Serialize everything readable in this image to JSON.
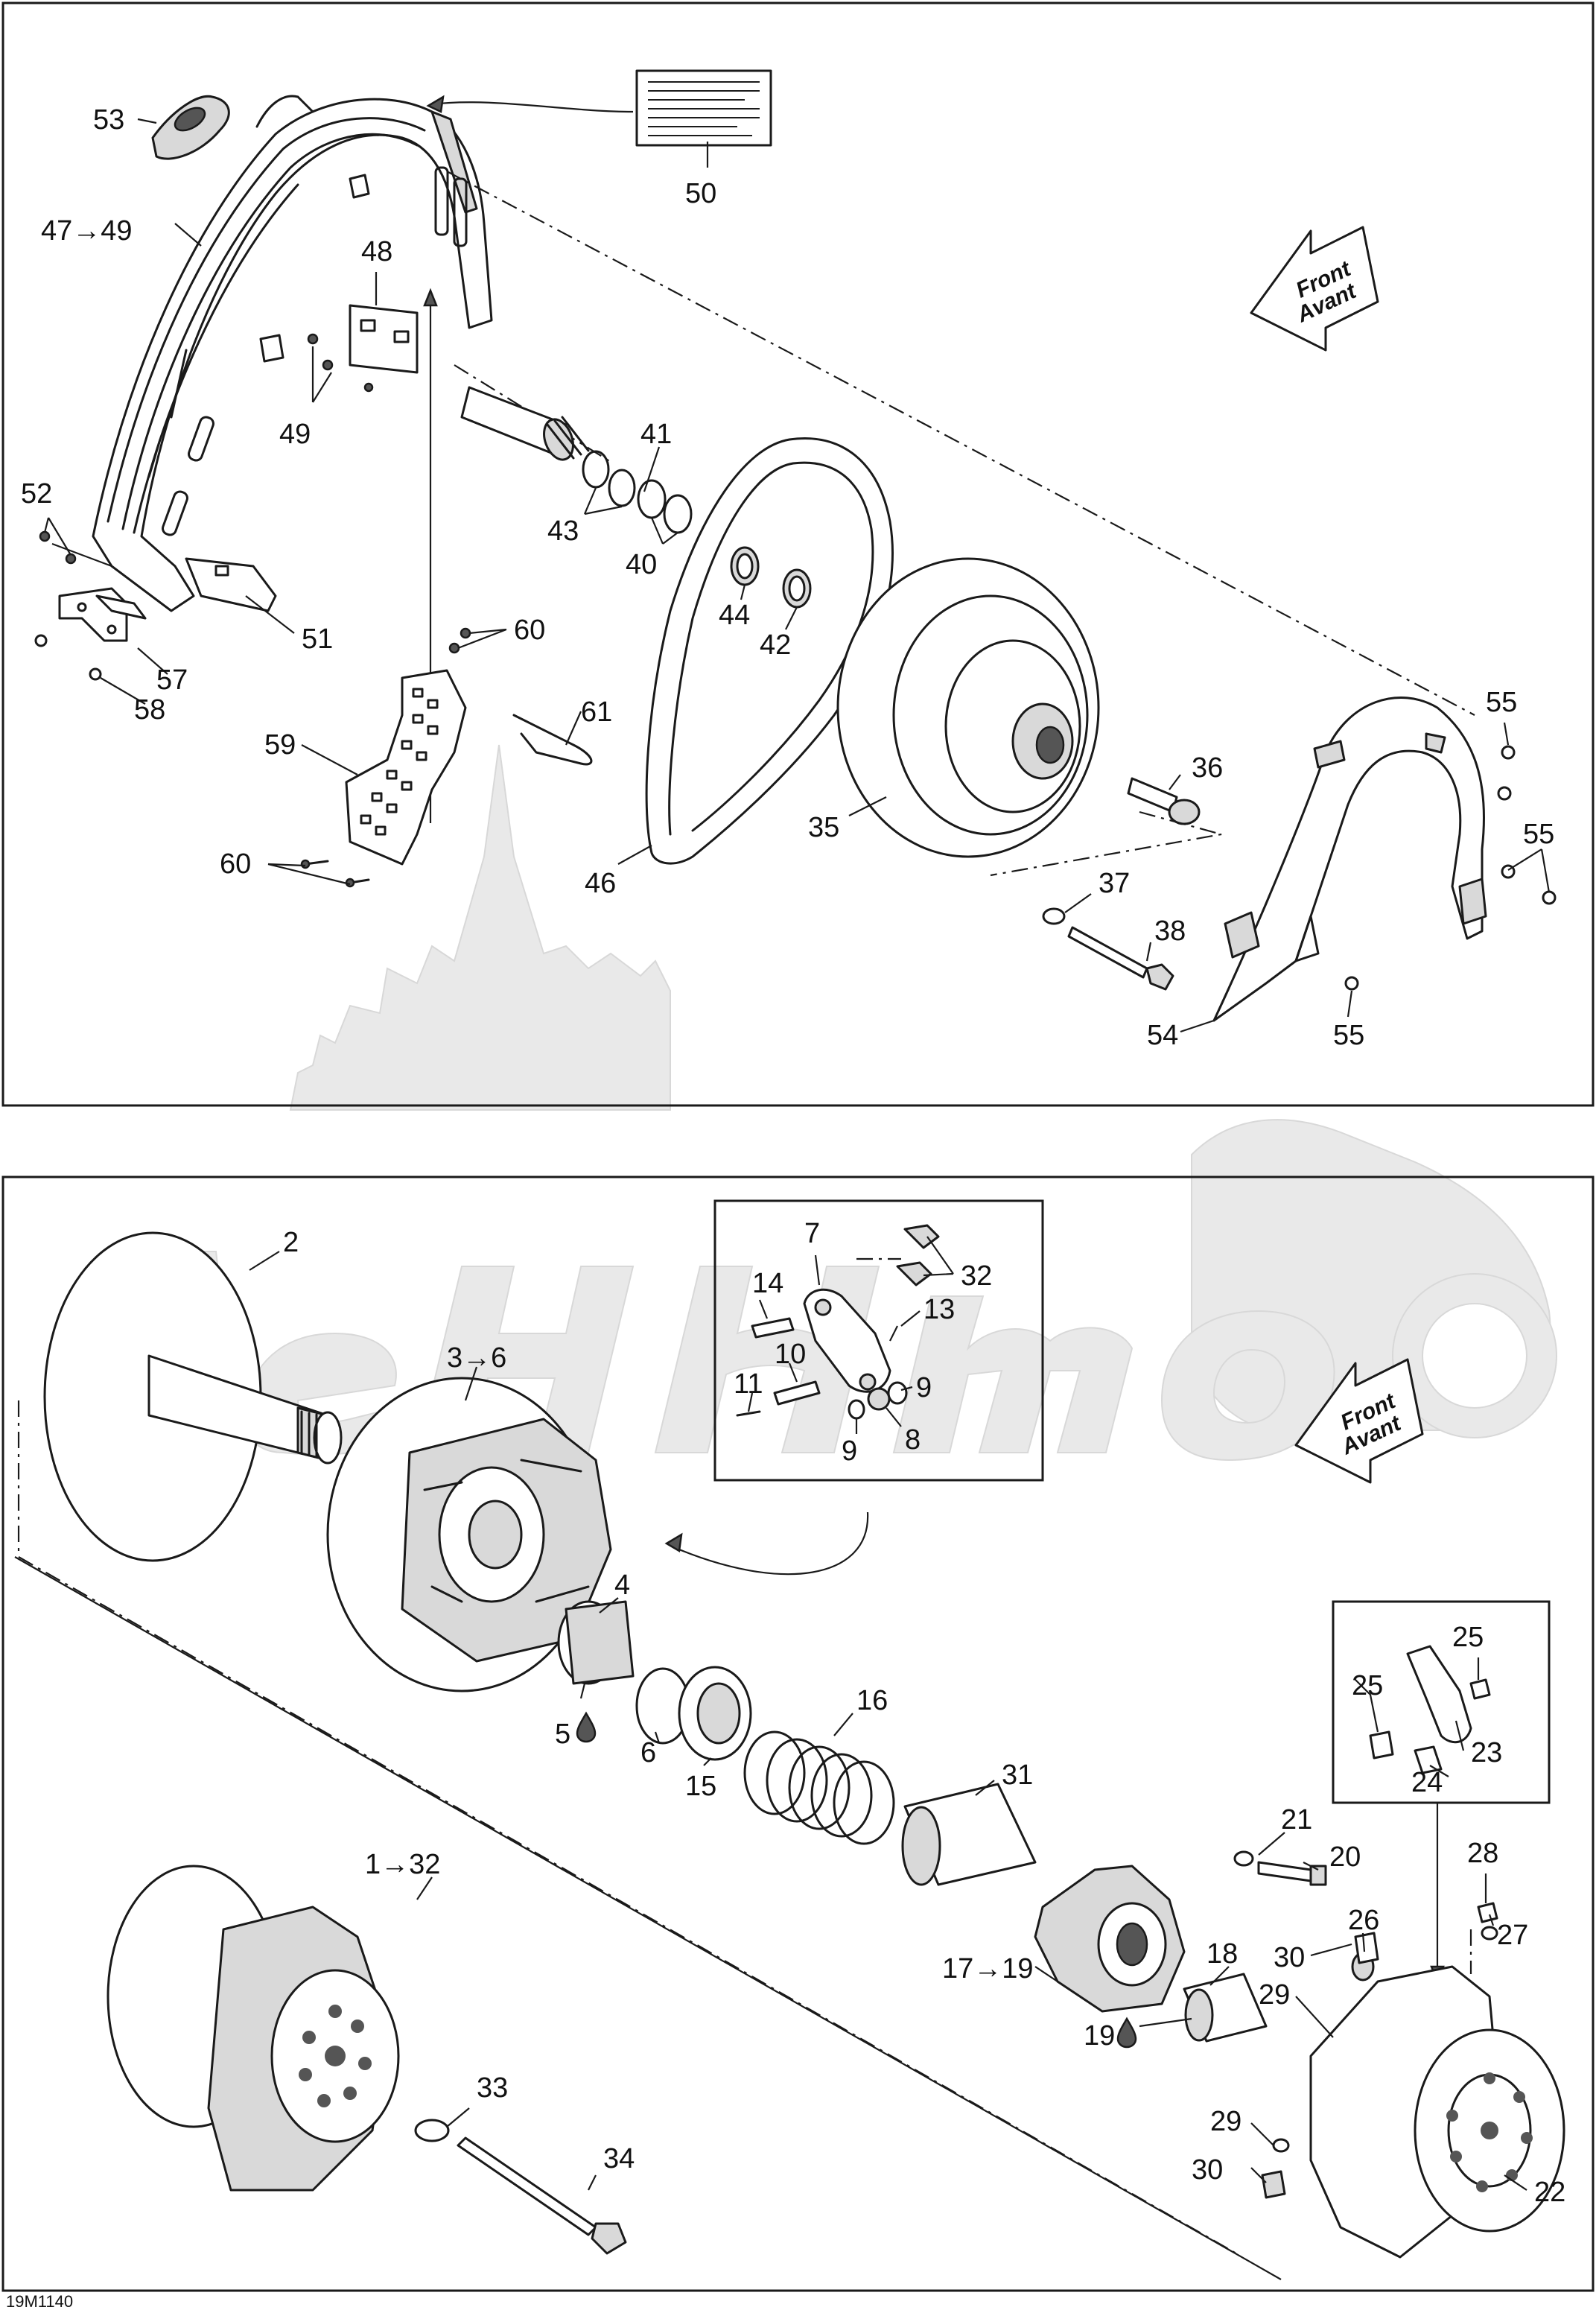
{
  "drawing_code": "19M1140",
  "direction_arrows": [
    {
      "line1": "Front",
      "line2": "Avant"
    },
    {
      "line1": "Front",
      "line2": "Avant"
    }
  ],
  "top_panel": {
    "callouts": [
      "53",
      "47→49",
      "48",
      "49",
      "50",
      "52",
      "51",
      "57",
      "58",
      "60",
      "61",
      "59",
      "60",
      "41",
      "43",
      "40",
      "44",
      "42",
      "46",
      "35",
      "36",
      "37",
      "38",
      "55",
      "55",
      "55",
      "54"
    ]
  },
  "bottom_panel": {
    "callouts": [
      "2",
      "3→6",
      "7",
      "14",
      "32",
      "13",
      "10",
      "11",
      "9",
      "9",
      "8",
      "4",
      "5",
      "6",
      "15",
      "16",
      "31",
      "1→32",
      "33",
      "34",
      "21",
      "20",
      "17→19",
      "18",
      "19",
      "25",
      "25",
      "23",
      "24",
      "28",
      "27",
      "26",
      "30",
      "29",
      "29",
      "30",
      "22"
    ],
    "oil_symbol_callouts": [
      "5",
      "19"
    ]
  }
}
